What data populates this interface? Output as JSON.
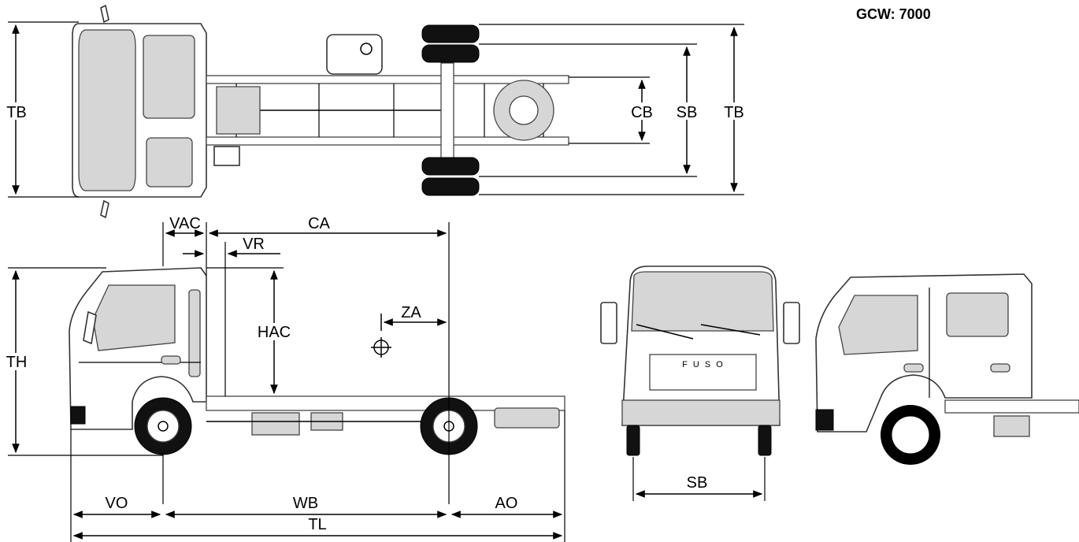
{
  "gcw_text": "GCW: 7000",
  "labels": {
    "tb_left": "TB",
    "tb_right": "TB",
    "cb": "CB",
    "sb_top": "SB",
    "vac": "VAC",
    "ca": "CA",
    "vr": "VR",
    "hac": "HAC",
    "za": "ZA",
    "th": "TH",
    "vo": "VO",
    "wb": "WB",
    "ao": "AO",
    "tl": "TL",
    "sb_front": "SB",
    "fuso": "F U S O"
  }
}
